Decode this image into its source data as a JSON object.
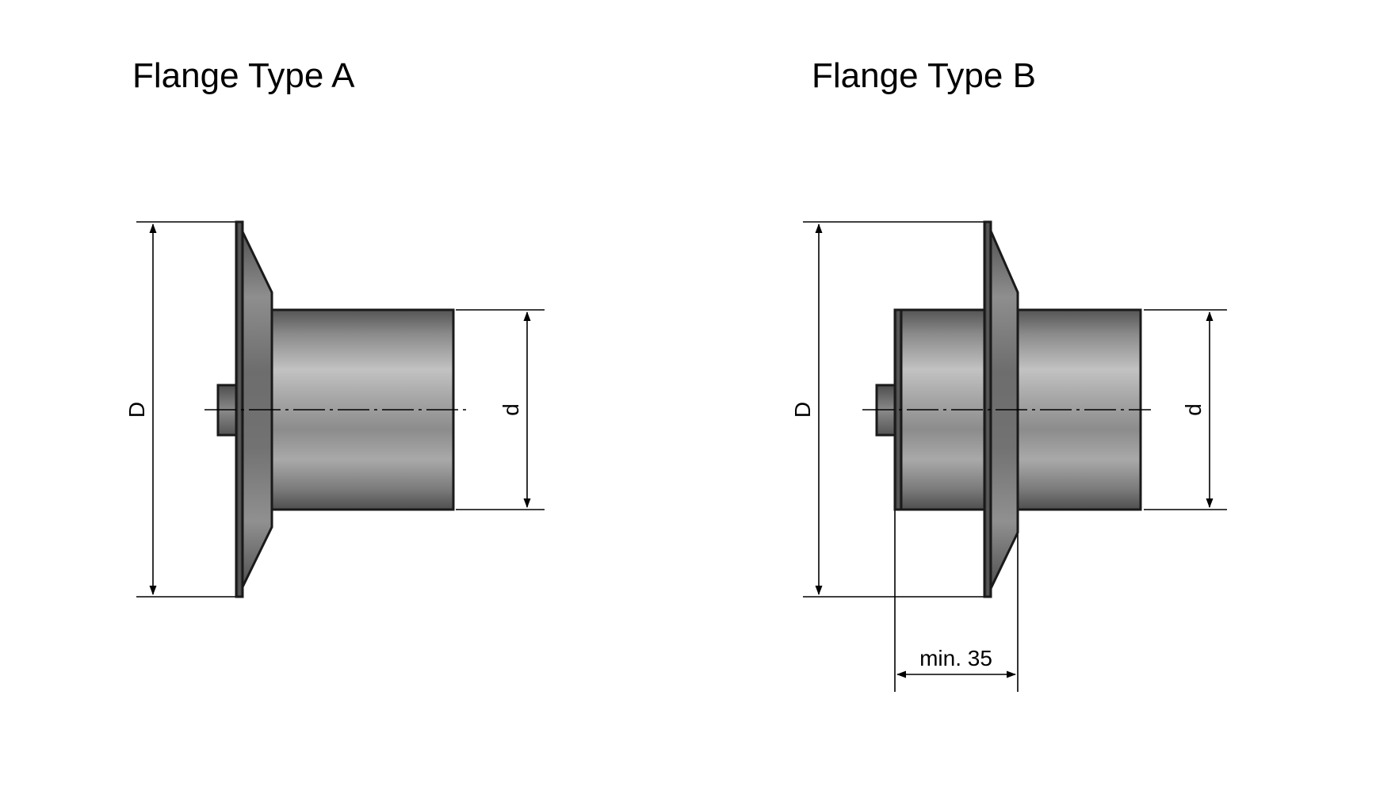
{
  "flange_a": {
    "title": "Flange Type A",
    "label_outer_diameter": "D",
    "label_inner_diameter": "d"
  },
  "flange_b": {
    "title": "Flange Type B",
    "label_outer_diameter": "D",
    "label_inner_diameter": "d",
    "label_min_length": "min. 35"
  },
  "colors": {
    "line": "#000000",
    "metal_dark": "#505050",
    "metal_light": "#bdbdbd"
  }
}
